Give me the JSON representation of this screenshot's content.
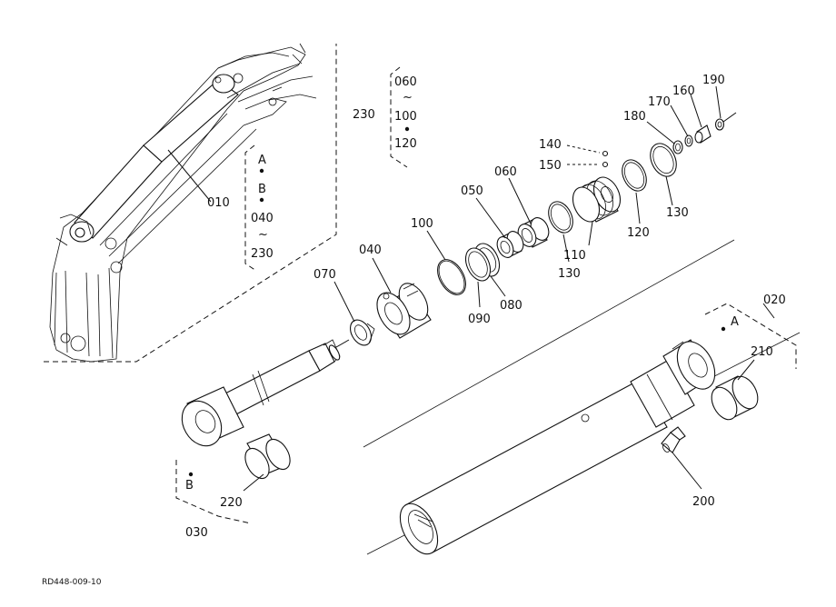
{
  "diagram": {
    "drawing_code": "RD448-009-10",
    "labels": {
      "p010": "010",
      "p020": "020",
      "p030": "030",
      "p040": "040",
      "p050": "050",
      "p060": "060",
      "p070": "070",
      "p080": "080",
      "p090": "090",
      "p100": "100",
      "p110": "110",
      "p120": "120",
      "p130a": "130",
      "p130b": "130",
      "p140": "140",
      "p150": "150",
      "p160": "160",
      "p170": "170",
      "p180": "180",
      "p190": "190",
      "p200": "200",
      "p210": "210",
      "p220": "220",
      "p230": "230"
    },
    "group_a": {
      "mark_a": "A",
      "mark_b": "B",
      "from": "040",
      "tilde": "~",
      "to": "230"
    },
    "group_230": {
      "from": "060",
      "tilde": "~",
      "mid": "100",
      "to": "120"
    },
    "ref_a": "A",
    "ref_b": "B"
  }
}
